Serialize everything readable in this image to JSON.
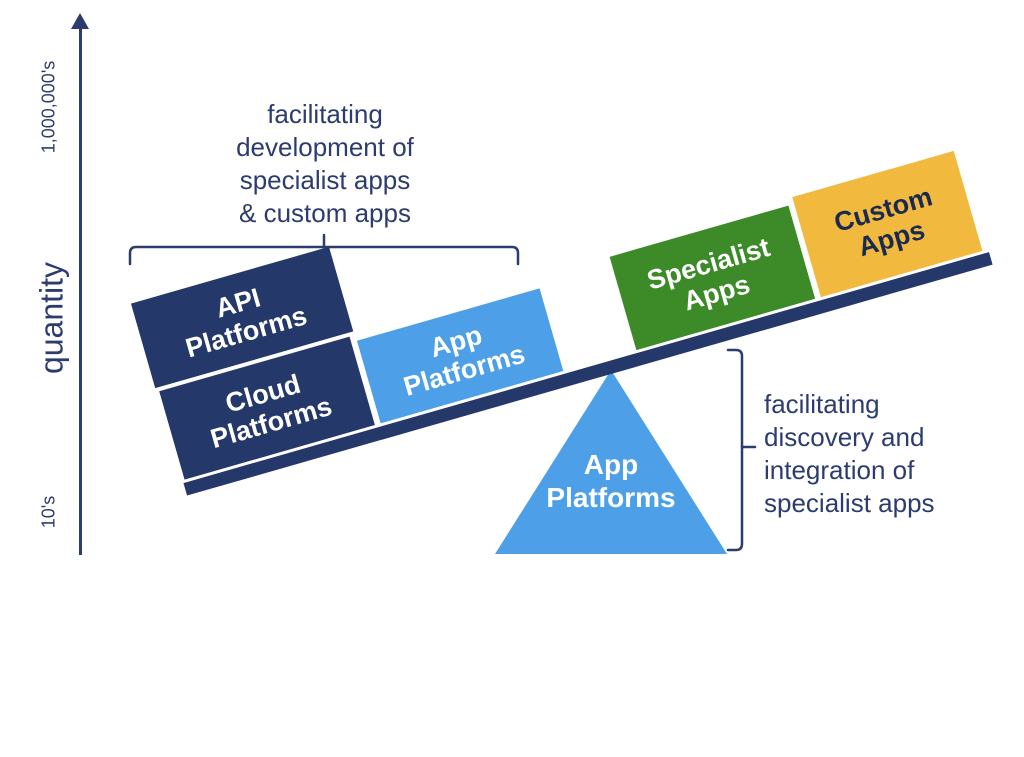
{
  "axis": {
    "label": "quantity",
    "top_value": "1,000,000's",
    "bottom_value": "10's"
  },
  "annotation_top": {
    "line1": "facilitating",
    "line2": "development of",
    "line3": "specialist apps",
    "line4": "& custom apps"
  },
  "annotation_right": {
    "line1": "facilitating",
    "line2": "discovery and",
    "line3": "integration of",
    "line4": "specialist apps"
  },
  "boxes": {
    "api": {
      "line1": "API",
      "line2": "Platforms"
    },
    "cloud": {
      "line1": "Cloud",
      "line2": "Platforms"
    },
    "app": {
      "line1": "App",
      "line2": "Platforms"
    },
    "specialist": {
      "line1": "Specialist",
      "line2": "Apps"
    },
    "custom": {
      "line1": "Custom",
      "line2": "Apps"
    }
  },
  "fulcrum": {
    "line1": "App",
    "line2": "Platforms"
  },
  "colors": {
    "navy": "#25386a",
    "annotation_text": "#2d3c6e",
    "light_blue": "#4da0e8",
    "green": "#3c8a28",
    "yellow": "#f1ba3e",
    "custom_text": "#1b2a50",
    "box_text": "#ffffff"
  }
}
